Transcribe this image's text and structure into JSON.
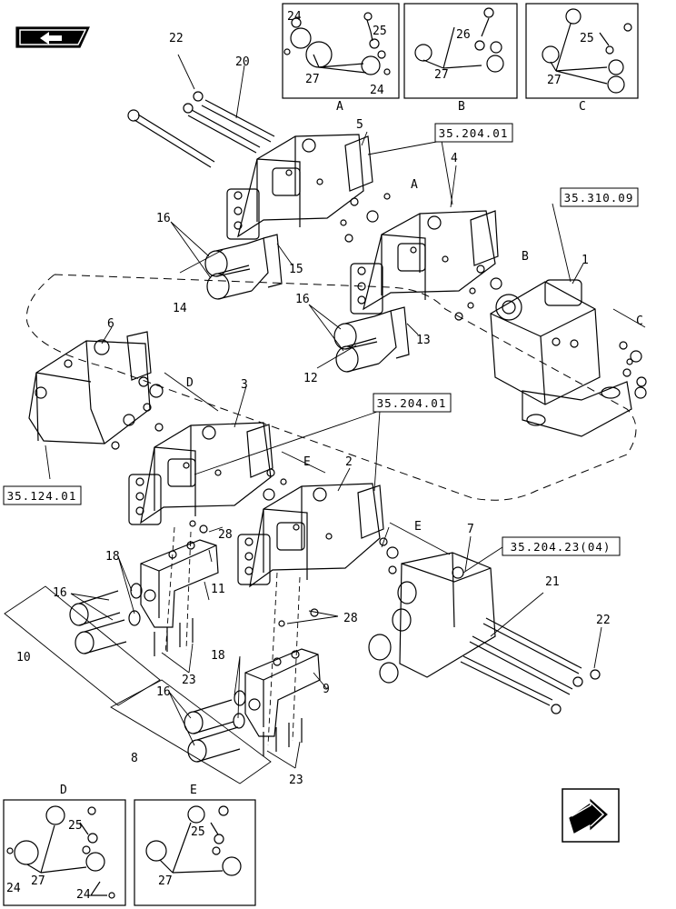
{
  "nav": {
    "prev_icon": "arrow-left-book-icon",
    "next_icon": "arrow-right-hollow-icon"
  },
  "refs": {
    "r1": "35.204.01",
    "r2": "35.310.09",
    "r3": "35.204.01",
    "r4": "35.124.01",
    "r5": "35.204.23(04)"
  },
  "callouts": {
    "c1": "1",
    "c2": "2",
    "c3": "3",
    "c4": "4",
    "c5": "5",
    "c6": "6",
    "c7": "7",
    "c8": "8",
    "c9": "9",
    "c10": "10",
    "c11": "11",
    "c12": "12",
    "c13": "13",
    "c14": "14",
    "c15": "15",
    "c16a": "16",
    "c16b": "16",
    "c16c": "16",
    "c16d": "16",
    "c18a": "18",
    "c18b": "18",
    "c20": "20",
    "c21": "21",
    "c22a": "22",
    "c22b": "22",
    "c23a": "23",
    "c23b": "23",
    "c28a": "28",
    "c28b": "28"
  },
  "letters": {
    "A": "A",
    "B": "B",
    "C": "C",
    "D": "D",
    "E": "E"
  },
  "insets": {
    "A": {
      "label": "A",
      "n24a": "24",
      "n25": "25",
      "n27": "27",
      "n24b": "24"
    },
    "B": {
      "label": "B",
      "n26": "26",
      "n27": "27"
    },
    "C": {
      "label": "C",
      "n25": "25",
      "n27": "27"
    },
    "D": {
      "label": "D",
      "n25": "25",
      "n27": "27",
      "n24a": "24",
      "n24b": "24"
    },
    "E": {
      "label": "E",
      "n25": "25",
      "n27": "27"
    }
  }
}
